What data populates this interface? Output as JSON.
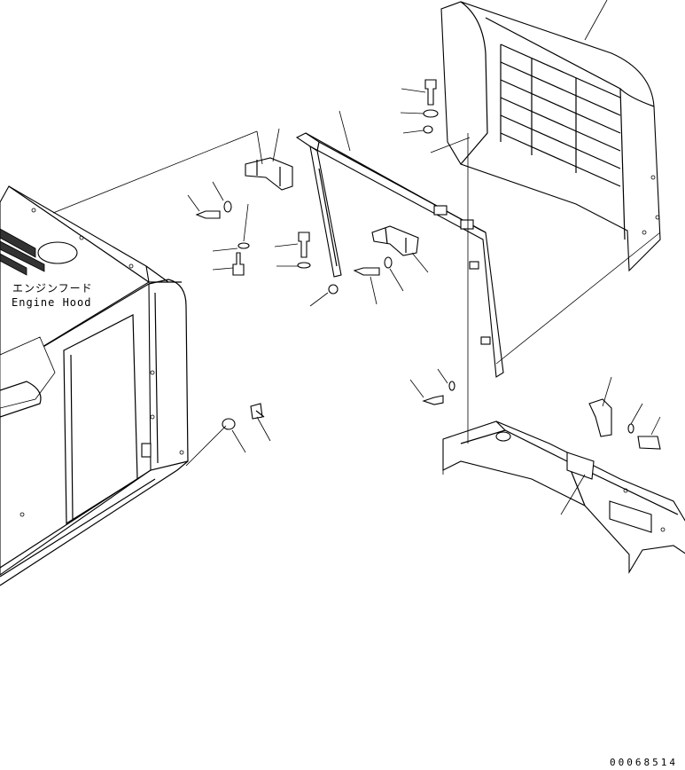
{
  "labels": {
    "engine_hood_jp": "エンジンフード",
    "engine_hood_en": "Engine Hood"
  },
  "drawing_number": "00068514",
  "colors": {
    "line": "#000000",
    "background": "#ffffff"
  }
}
